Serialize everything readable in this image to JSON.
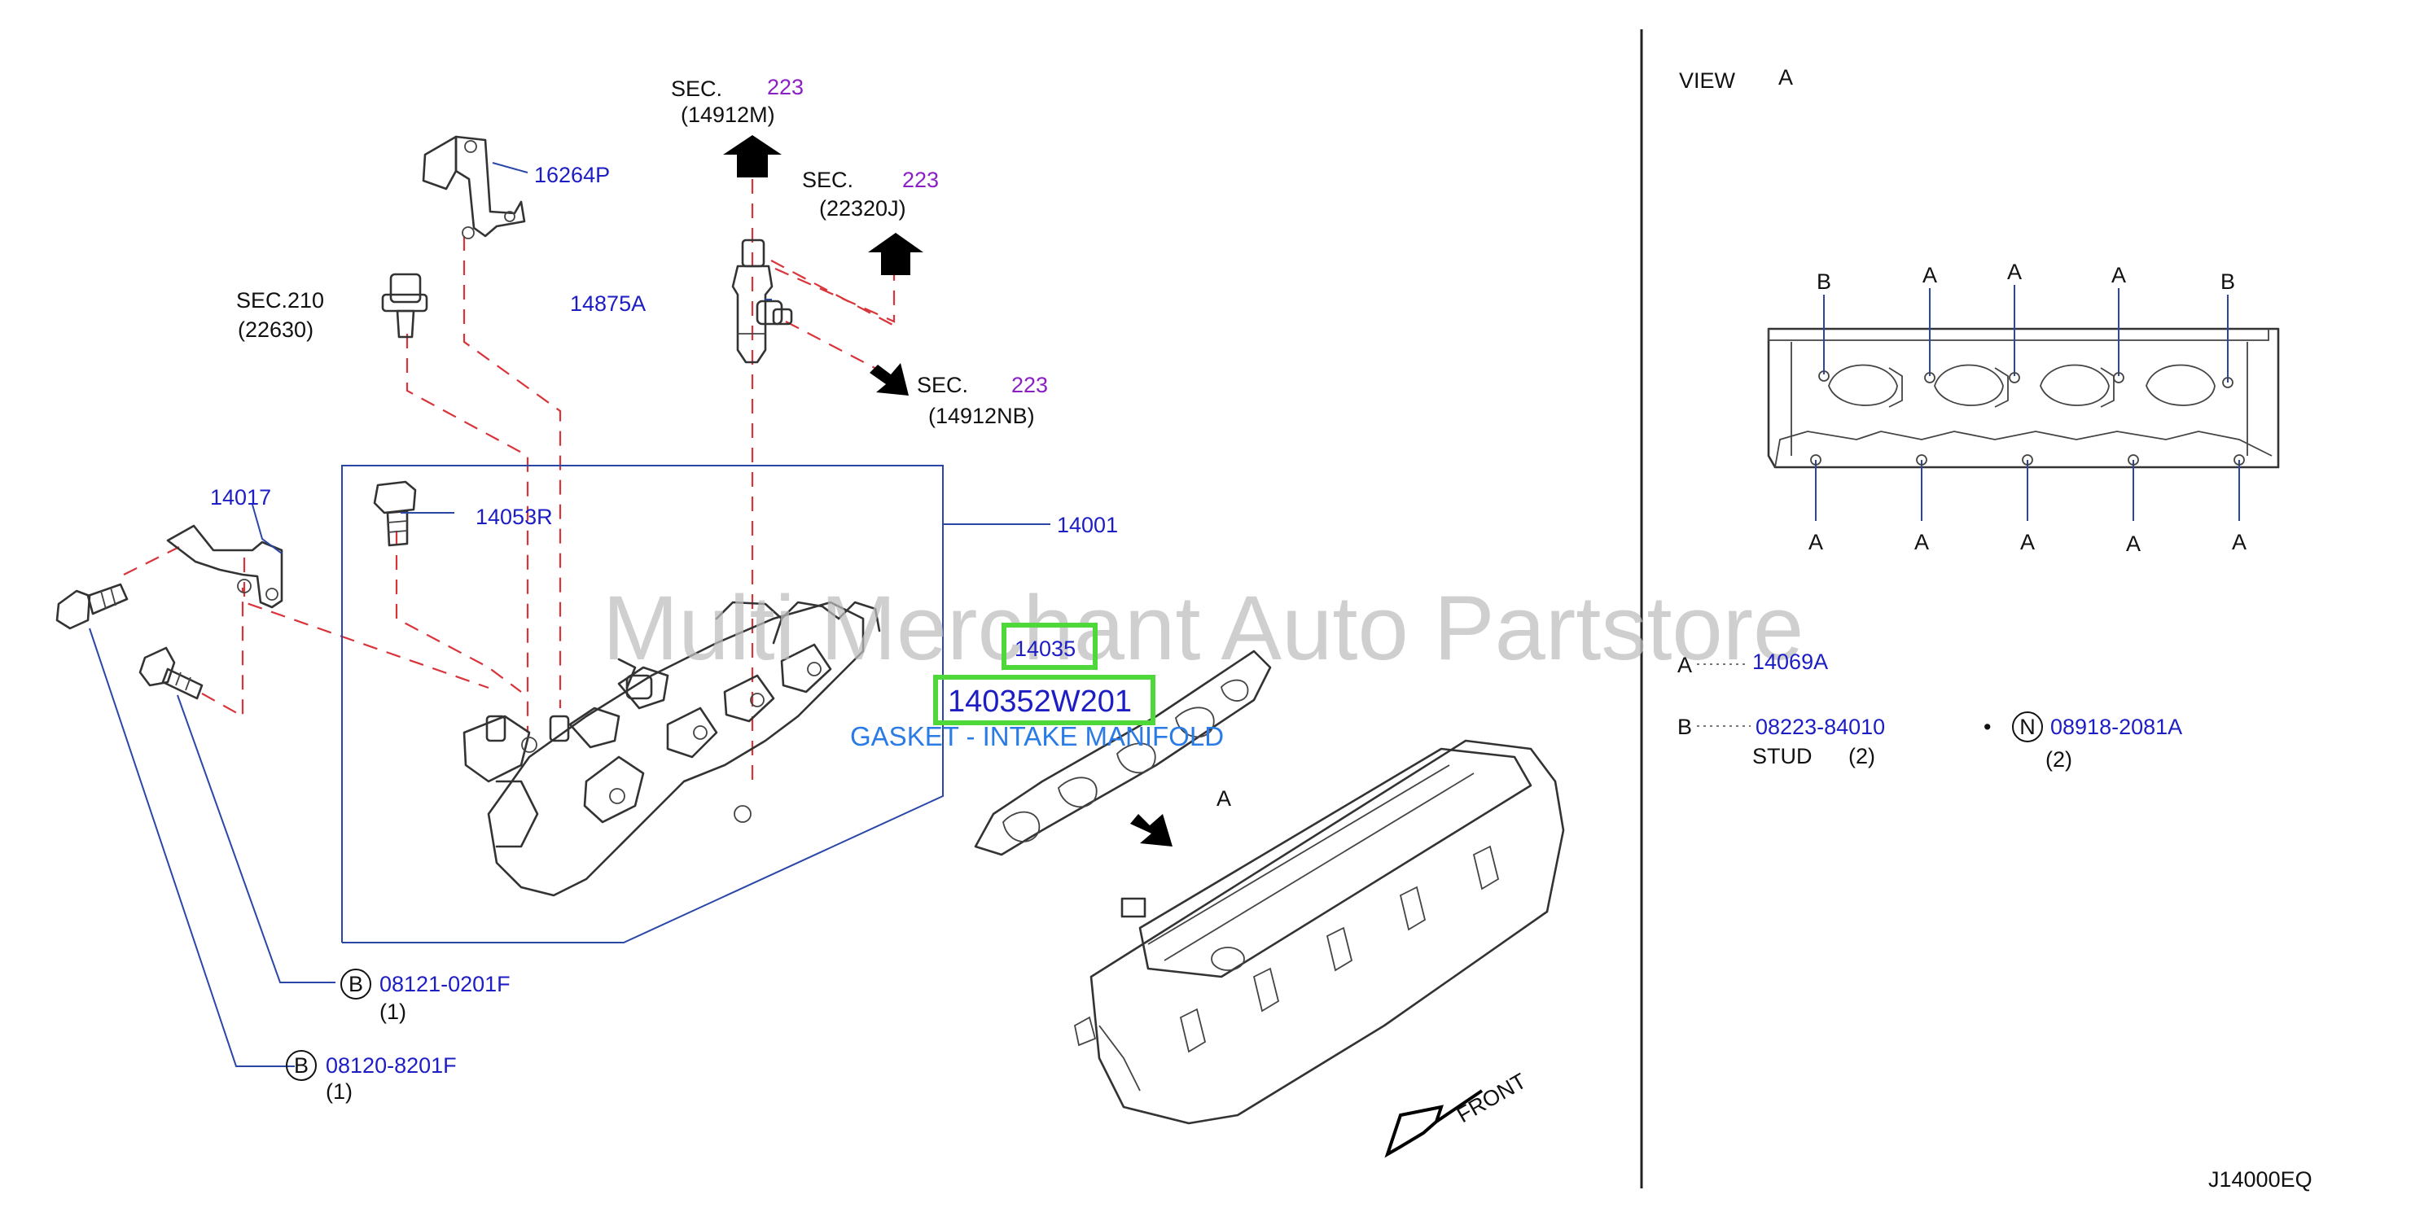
{
  "labels": {
    "sec_223_a": "SEC.",
    "sec_223_a_num": "223",
    "sec_223_a_ref": "(14912M)",
    "sec_223_b": "SEC.",
    "sec_223_b_num": "223",
    "sec_223_b_ref": "(22320J)",
    "sec_223_c": "SEC.",
    "sec_223_c_num": "223",
    "sec_223_c_ref": "(14912NB)",
    "sec_210": "SEC.210",
    "sec_210_ref": "(22630)",
    "p16264p": "16264P",
    "p14875a": "14875A",
    "p14017": "14017",
    "p14053r": "14053R",
    "p14001": "14001",
    "p14035": "14035",
    "p140352w201": "140352W201",
    "gasket_desc": "GASKET - INTAKE MANIFOLD",
    "view_a_arrow": "A",
    "front": "FRONT",
    "b_bolt_1_code": "B",
    "b_bolt_1": "08121-0201F",
    "b_bolt_1_qty": "(1)",
    "b_bolt_2_code": "B",
    "b_bolt_2": "08120-8201F",
    "b_bolt_2_qty": "(1)",
    "view": "VIEW",
    "view_letter": "A",
    "legend_a_code": "A",
    "legend_a": "14069A",
    "legend_b_code": "B",
    "legend_b": "08223-84010",
    "legend_b_name": "STUD",
    "legend_b_qty": "(2)",
    "legend_n_bullet": "•",
    "legend_n_code": "N",
    "legend_n": "08918-2081A",
    "legend_n_qty": "(2)",
    "diagram_id": "J14000EQ",
    "watermark": "Multi Merchant Auto Partstore"
  },
  "view_a_points": {
    "top": [
      "B",
      "A",
      "A",
      "A",
      "B"
    ],
    "bottom": [
      "A",
      "A",
      "A",
      "A",
      "A"
    ]
  },
  "colors": {
    "part_number": "#1d1dc4",
    "section_ref": "#8b1fc4",
    "highlight": "#4fd83a",
    "dashed_leader": "#d9343a",
    "gasket_description": "#2a7be6"
  }
}
